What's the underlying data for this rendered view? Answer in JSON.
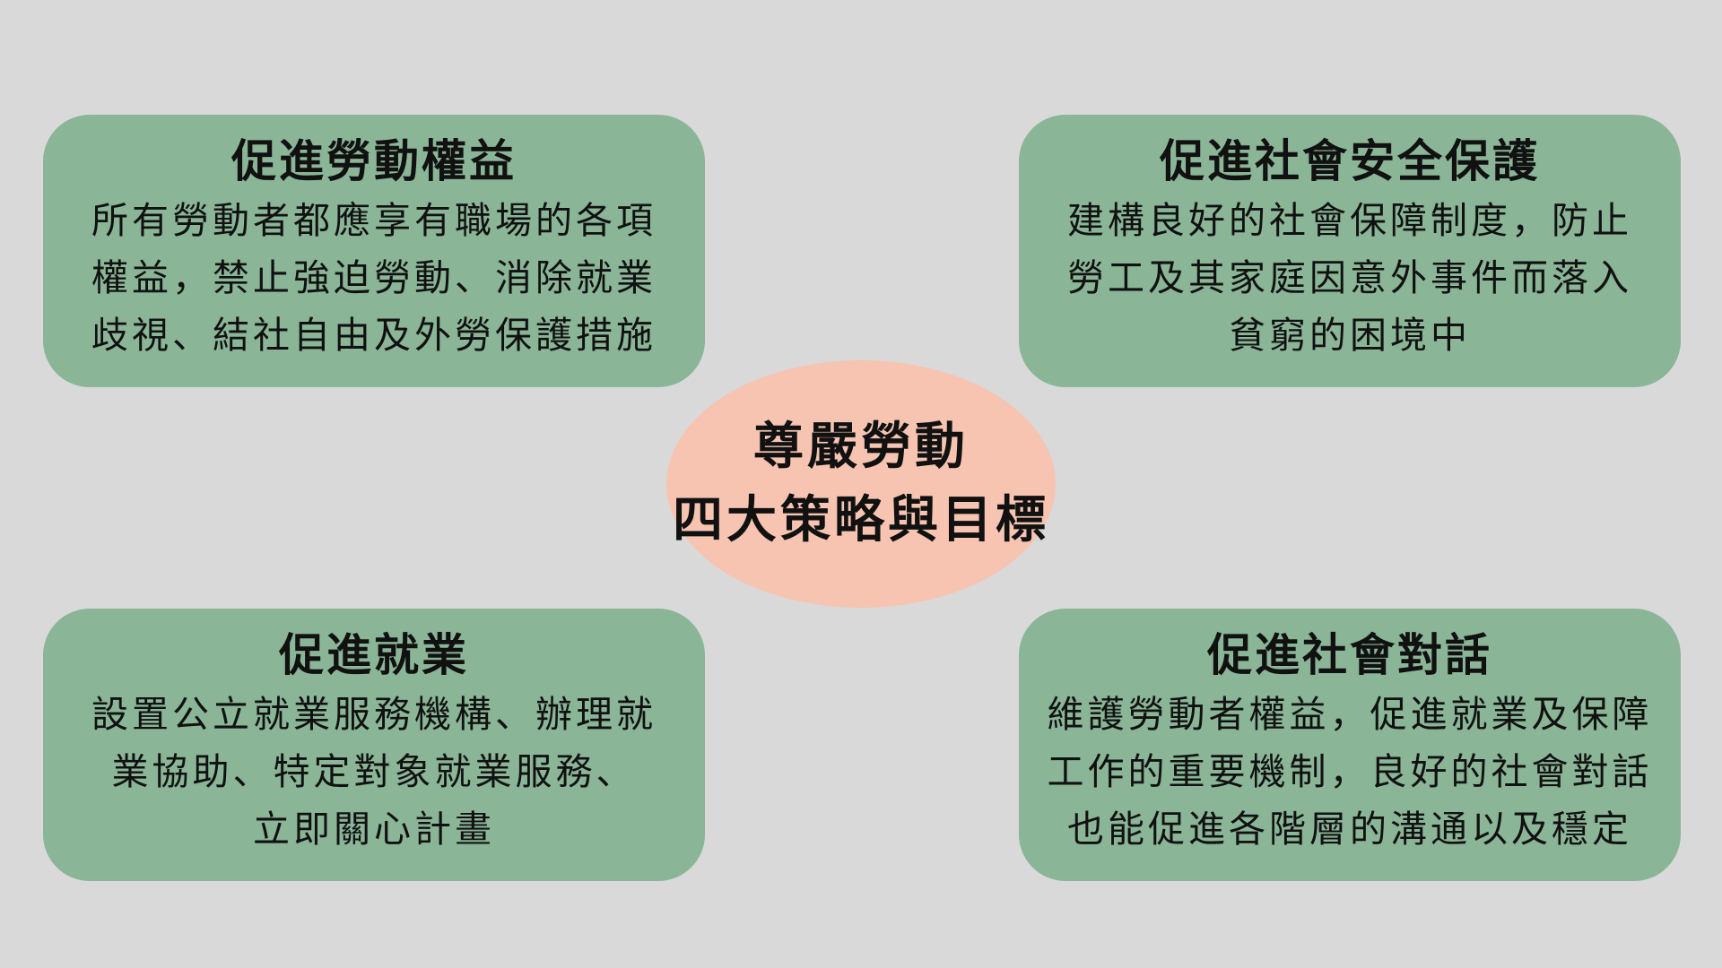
{
  "center": {
    "line1": "尊嚴勞動",
    "line2": "四大策略與目標"
  },
  "boxes": {
    "top_left": {
      "title": "促進勞動權益",
      "lines": [
        "所有勞動者都應享有職場的各項",
        "權益，禁止強迫勞動、消除就業",
        "歧視、結社自由及外勞保護措施"
      ]
    },
    "top_right": {
      "title": "促進社會安全保護",
      "lines": [
        "建構良好的社會保障制度，防止",
        "勞工及其家庭因意外事件而落入",
        "貧窮的困境中"
      ]
    },
    "bottom_left": {
      "title": "促進就業",
      "lines": [
        "設置公立就業服務機構、辦理就",
        "業協助、特定對象就業服務、",
        "立即關心計畫"
      ]
    },
    "bottom_right": {
      "title": "促進社會對話",
      "lines": [
        "維護勞動者權益，促進就業及保障",
        "工作的重要機制，良好的社會對話",
        "也能促進各階層的溝通以及穩定"
      ]
    }
  },
  "colors": {
    "background": "#d9d9d9",
    "box_fill": "#8ab597",
    "center_fill": "#f6c4b1",
    "text": "#111111"
  }
}
